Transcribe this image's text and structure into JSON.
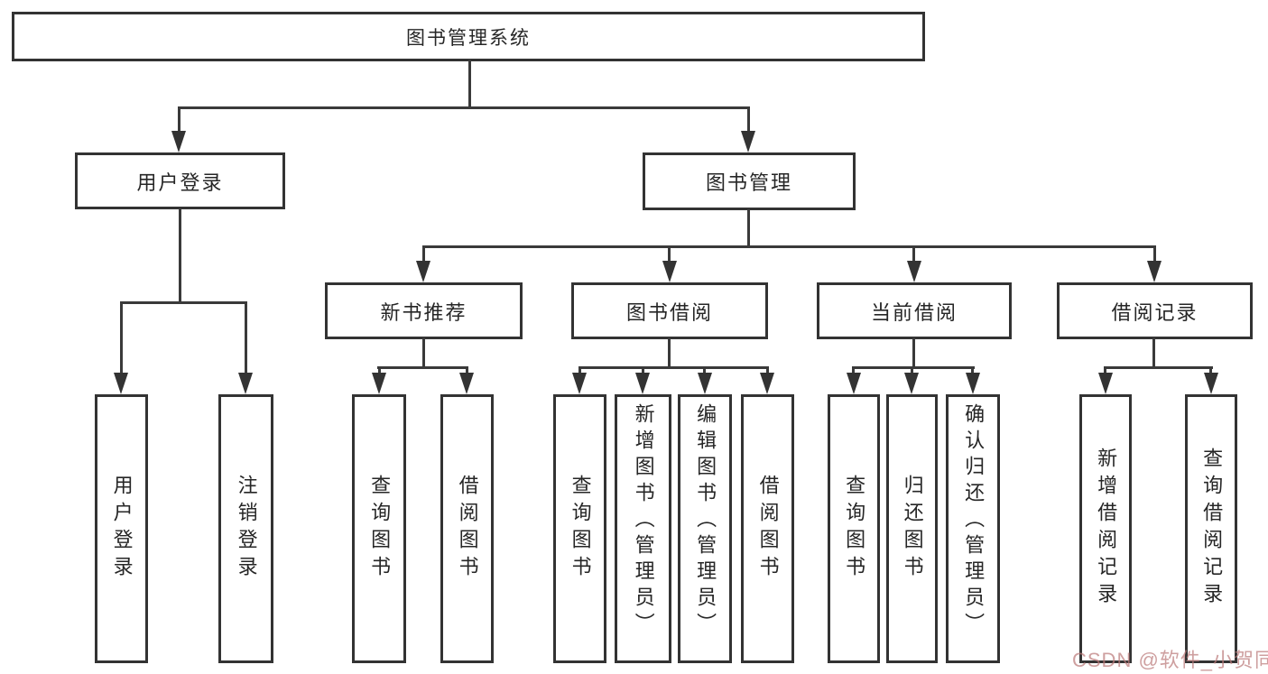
{
  "colors": {
    "line": "#333333",
    "text": "#262626",
    "background": "#ffffff",
    "watermark": "#bb7a7a"
  },
  "root": {
    "label": "图书管理系统"
  },
  "level2": [
    {
      "label": "用户登录"
    },
    {
      "label": "图书管理"
    }
  ],
  "level3": [
    {
      "label": "新书推荐"
    },
    {
      "label": "图书借阅"
    },
    {
      "label": "当前借阅"
    },
    {
      "label": "借阅记录"
    }
  ],
  "leaves": [
    {
      "label": "用户登录"
    },
    {
      "label": "注销登录"
    },
    {
      "label": "查询图书"
    },
    {
      "label": "借阅图书"
    },
    {
      "label": "查询图书"
    },
    {
      "label": "新增图书（管理员）"
    },
    {
      "label": "编辑图书（管理员）"
    },
    {
      "label": "借阅图书"
    },
    {
      "label": "查询图书"
    },
    {
      "label": "归还图书"
    },
    {
      "label": "确认归还（管理员）"
    },
    {
      "label": "新增借阅记录"
    },
    {
      "label": "查询借阅记录"
    }
  ],
  "watermark": {
    "text": "CSDN @软件_小贺同学"
  }
}
